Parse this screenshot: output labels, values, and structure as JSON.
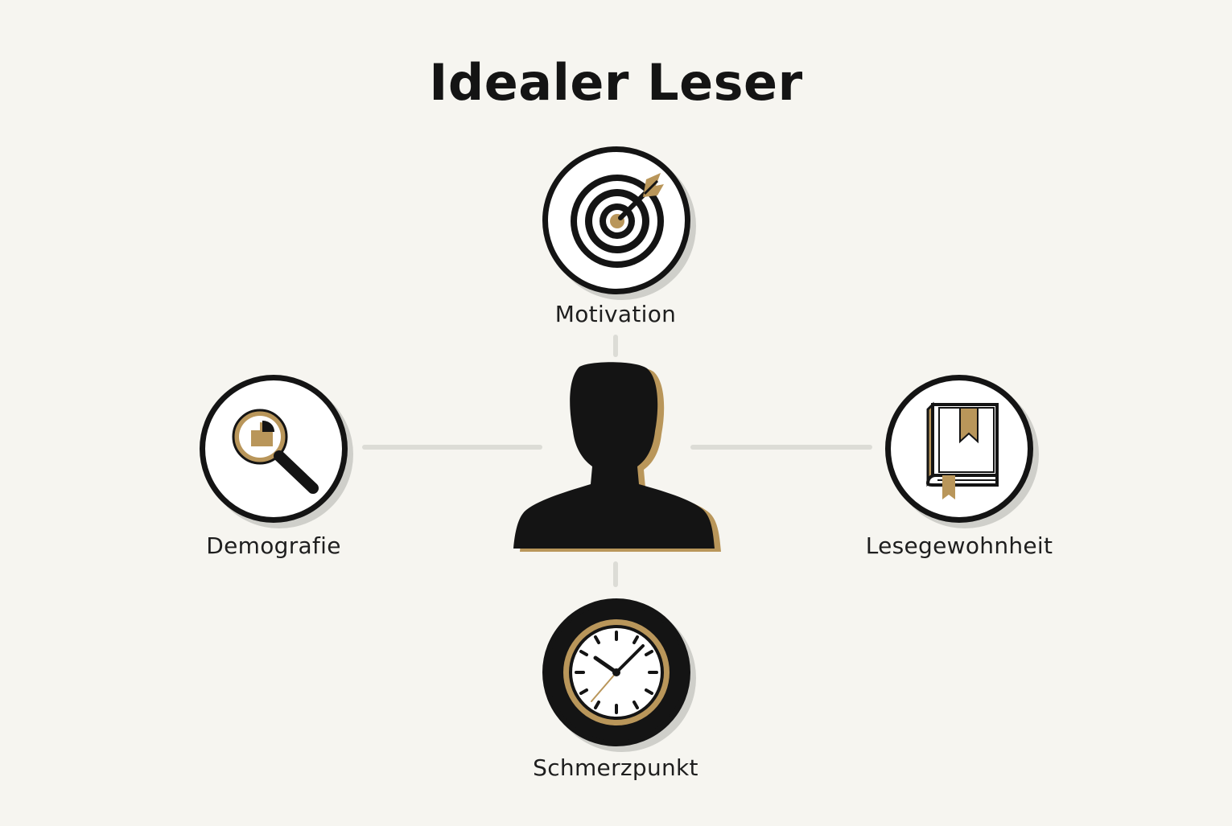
{
  "title": "Idealer Leser",
  "center": {
    "icon": "person-silhouette-icon"
  },
  "nodes": {
    "top": {
      "label": "Motivation",
      "icon": "target-arrow-icon"
    },
    "left": {
      "label": "Demografie",
      "icon": "magnifier-chart-icon"
    },
    "right": {
      "label": "Lesegewohnheit",
      "icon": "book-bookmark-icon"
    },
    "bottom": {
      "label": "Schmerzpunkt",
      "icon": "clock-icon"
    }
  },
  "colors": {
    "background": "#f6f5f0",
    "ink": "#141414",
    "accent_gold": "#b9965a",
    "connector": "#dcdcd6",
    "shadow": "#cfcfca"
  }
}
